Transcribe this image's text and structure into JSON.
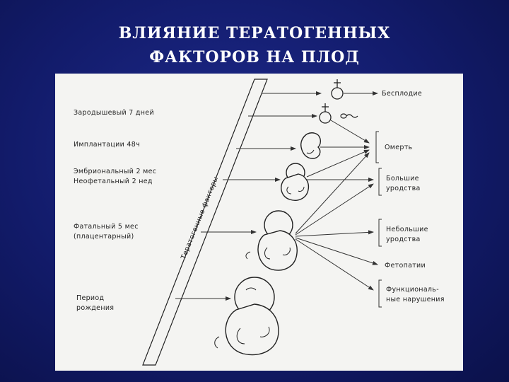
{
  "title": {
    "line1": "ВЛИЯНИЕ ТЕРАТОГЕННЫХ",
    "line2": "ФАКТОРОВ НА ПЛОД"
  },
  "diagram": {
    "band_label": "Тератогенные факторы",
    "stages": [
      {
        "line1": "Зародышевый 7 дней",
        "line2": ""
      },
      {
        "line1": "Имплантации 48ч",
        "line2": ""
      },
      {
        "line1": "Эмбриональный 2 мес",
        "line2": "Неофетальный   2 нед"
      },
      {
        "line1": "Фатальный     5 мес",
        "line2": "(плацентарный)"
      },
      {
        "line1": "Период",
        "line2": "рождения"
      }
    ],
    "outcomes": [
      {
        "line1": "Бесплодие",
        "line2": ""
      },
      {
        "line1": "Омерть",
        "line2": ""
      },
      {
        "line1": "Большие",
        "line2": "уродства"
      },
      {
        "line1": "Небольшие",
        "line2": "уродства"
      },
      {
        "line1": "Фетопатии",
        "line2": ""
      },
      {
        "line1": "Функциональ-",
        "line2": "ные нарушения"
      }
    ],
    "symbols": [
      "female-symbol",
      "female-symbol",
      "sperm"
    ]
  }
}
